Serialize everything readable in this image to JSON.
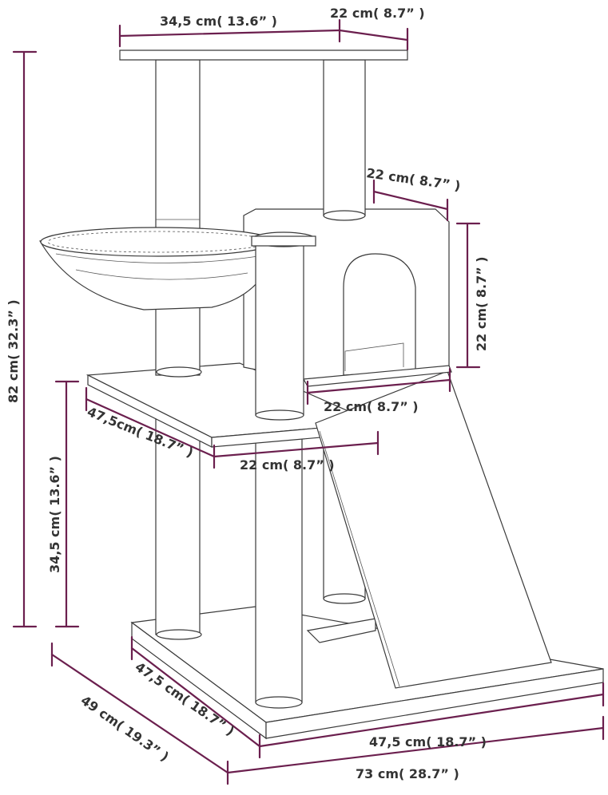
{
  "colors": {
    "dimension_line": "#6b1f4e",
    "label_text": "#333333",
    "outline": "#3a3a3a"
  },
  "dimensions": {
    "top_width": "34,5 cm( 13.6” )",
    "top_depth": "22 cm( 8.7” )",
    "house_depth": "22 cm( 8.7” )",
    "house_height": "22 cm( 8.7” )",
    "house_width": "22 cm( 8.7” )",
    "total_height": "82 cm( 32.3” )",
    "platform_height": "34,5 cm( 13.6” )",
    "platform_depth": "47,5cm( 18.7” )",
    "platform_width": "22 cm( 8.7” )",
    "base_depth_inner": "47,5 cm( 18.7” )",
    "base_width_inner": "47,5 cm( 18.7” )",
    "base_depth": "49 cm( 19.3” )",
    "base_width": "73 cm( 28.7” )"
  }
}
